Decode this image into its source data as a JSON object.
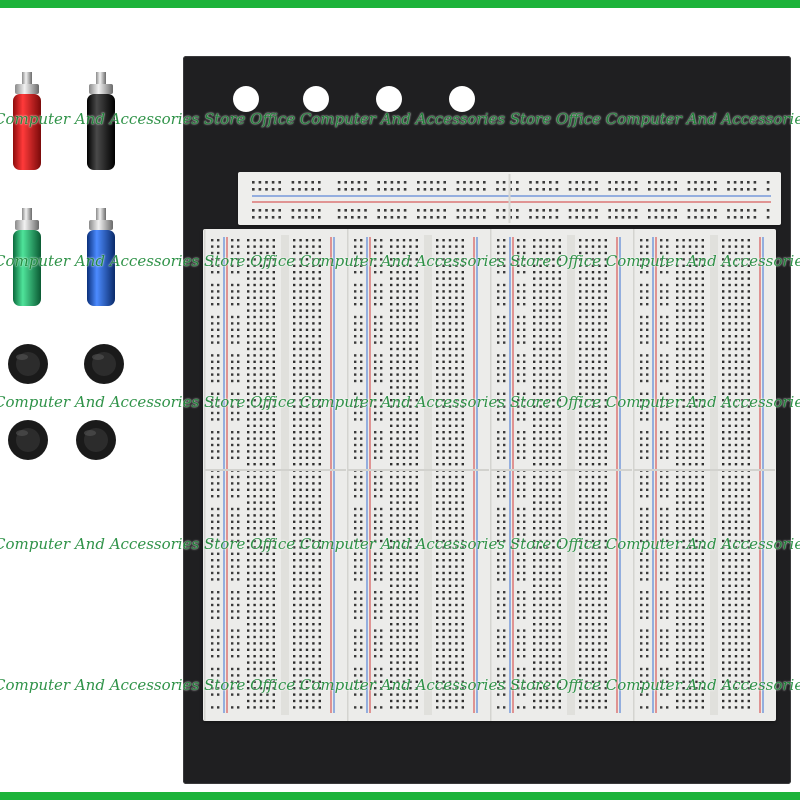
{
  "colors": {
    "frame_green": "#1db33a",
    "watermark_green": "#1f8a3a",
    "base_plate": "#1f1f21",
    "breadboard": "#ececea",
    "rail_red": "#d23a3a",
    "rail_blue": "#3a6fd2",
    "terminal_red": "#d81e1e",
    "terminal_black": "#141414",
    "terminal_green": "#1fa864",
    "terminal_blue": "#1a56c4"
  },
  "watermark": {
    "lines": [
      "Computer And Accessories Store Office Computer And Accessories Store Office Computer And Accessories Store",
      "Computer And Accessories Store Office Computer And Accessories Store Office Computer And Accessories Store",
      "Computer And Accessories Store Office Computer And Accessories Store Office Computer And Accessories Store",
      "Computer And Accessories Store Office Computer And Accessories Store Office Computer And Accessories Store",
      "Computer And Accessories Store Office Computer And Accessories Store Office Computer And Accessories Store"
    ]
  },
  "product": {
    "terminals": [
      {
        "name": "red-binding-post-icon",
        "color": "#d81e1e"
      },
      {
        "name": "black-binding-post-icon",
        "color": "#141414"
      },
      {
        "name": "green-binding-post-icon",
        "color": "#1fa864"
      },
      {
        "name": "blue-binding-post-icon",
        "color": "#1a56c4"
      }
    ],
    "feet": [
      {
        "name": "rubber-foot-icon"
      },
      {
        "name": "rubber-foot-icon"
      },
      {
        "name": "rubber-foot-icon"
      },
      {
        "name": "rubber-foot-icon"
      }
    ]
  }
}
